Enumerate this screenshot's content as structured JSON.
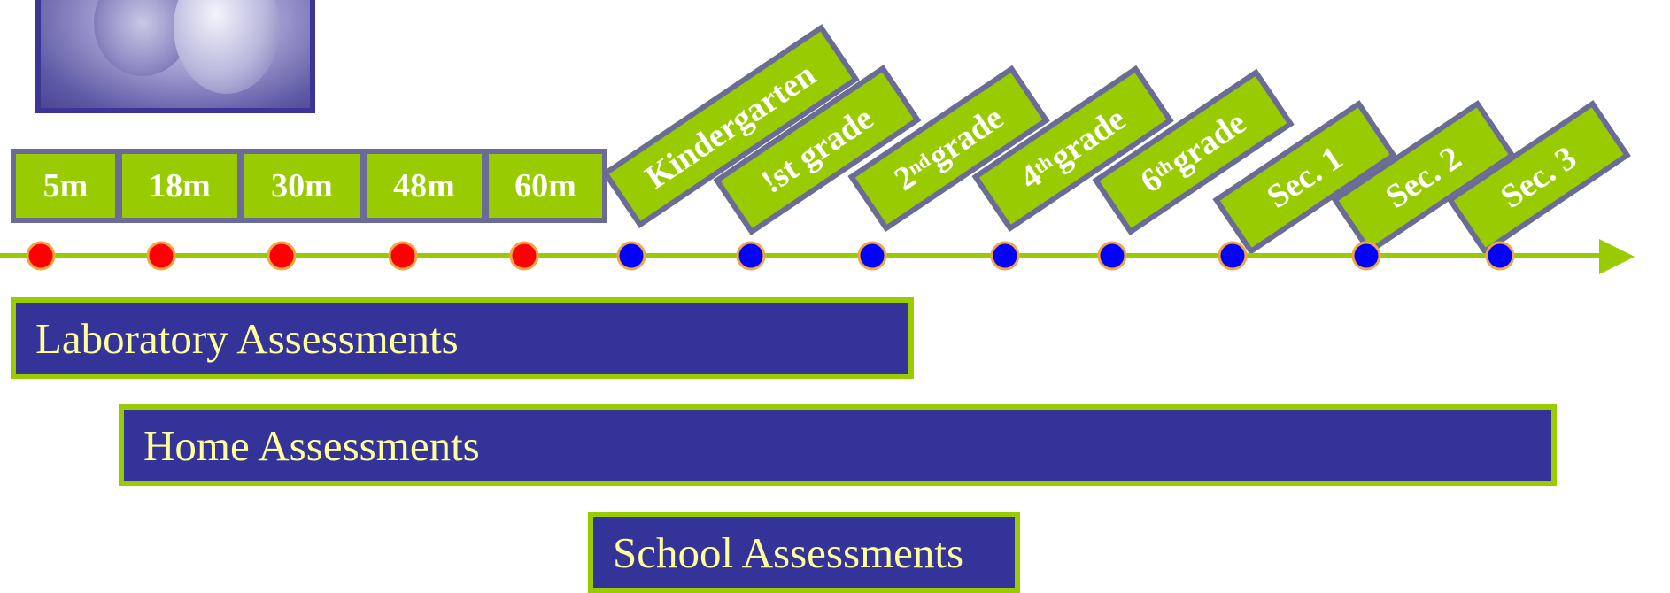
{
  "age_labels": [
    "5m",
    "18m",
    "30m",
    "48m",
    "60m"
  ],
  "grade_labels": [
    {
      "main": "Kindergarten",
      "sup": "",
      "rest": ""
    },
    {
      "main": "!st grade",
      "sup": "",
      "rest": ""
    },
    {
      "main": "2",
      "sup": "nd",
      "rest": " grade"
    },
    {
      "main": "4",
      "sup": "th",
      "rest": " grade"
    },
    {
      "main": "6",
      "sup": "th",
      "rest": " grade"
    },
    {
      "main": "Sec. 1",
      "sup": "",
      "rest": ""
    },
    {
      "main": "Sec. 2",
      "sup": "",
      "rest": ""
    },
    {
      "main": "Sec. 3",
      "sup": "",
      "rest": ""
    }
  ],
  "bands": {
    "laboratory": "Laboratory Assessments",
    "home": "Home Assessments",
    "school": "School Assessments"
  },
  "colors": {
    "green": "#99cc00",
    "navy": "#333399",
    "box_border": "#6b6b9a",
    "early_dot": "#ff0000",
    "school_dot": "#0000ff",
    "band_text": "#ffff99"
  }
}
